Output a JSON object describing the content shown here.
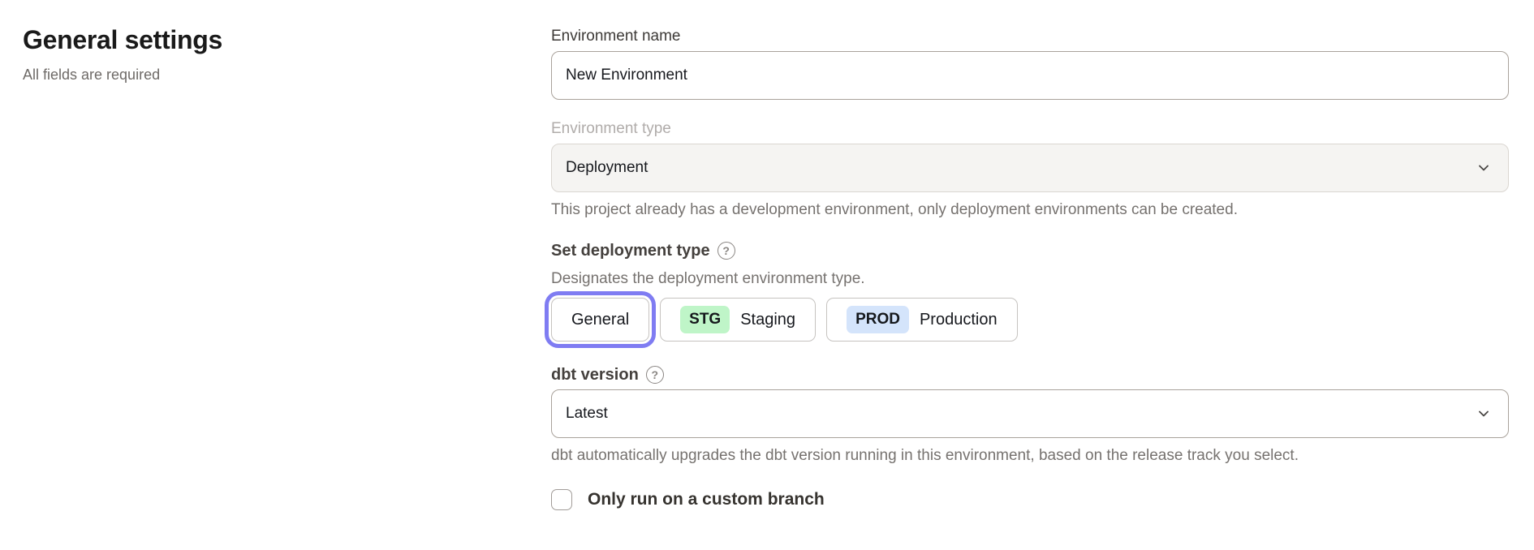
{
  "header": {
    "title": "General settings",
    "subtitle": "All fields are required"
  },
  "form": {
    "environment_name": {
      "label": "Environment name",
      "value": "New Environment"
    },
    "environment_type": {
      "label": "Environment type",
      "value": "Deployment",
      "disabled": true,
      "helper": "This project already has a development environment, only deployment environments can be created."
    },
    "deployment_type": {
      "label": "Set deployment type",
      "help_icon": "help-circle-question",
      "description": "Designates the deployment environment type.",
      "options": [
        {
          "badge": "",
          "label": "General",
          "selected": true
        },
        {
          "badge": "STG",
          "label": "Staging",
          "selected": false
        },
        {
          "badge": "PROD",
          "label": "Production",
          "selected": false
        }
      ]
    },
    "dbt_version": {
      "label": "dbt version",
      "help_icon": "help-circle-question",
      "value": "Latest",
      "helper": "dbt automatically upgrades the dbt version running in this environment, based on the release track you select."
    },
    "custom_branch": {
      "label": "Only run on a custom branch",
      "checked": false
    }
  },
  "icons": {
    "select_chevron": "chevron-down-icon",
    "help": "?"
  },
  "colors": {
    "selected_ring": "#7f7cf2",
    "staging_badge_bg": "#bff5c8",
    "production_badge_bg": "#d4e4fb",
    "disabled_field_bg": "#f5f4f2",
    "helper_text": "#76726f"
  }
}
